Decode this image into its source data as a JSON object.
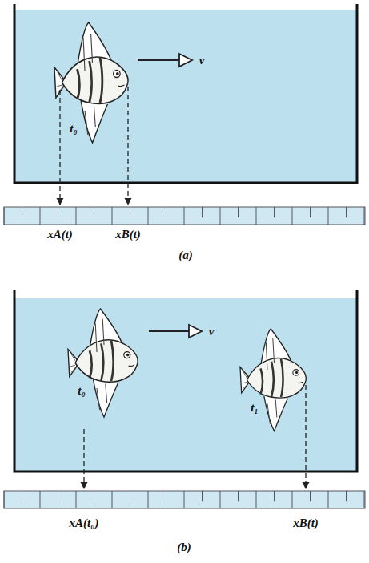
{
  "diagram": {
    "labels": [
      "v",
      "t₀",
      "xA(t)",
      "xB(t)",
      "(a)",
      "v",
      "t₀",
      "t₁",
      "xA(t₀)",
      "xB(t)",
      "(b)"
    ]
  }
}
